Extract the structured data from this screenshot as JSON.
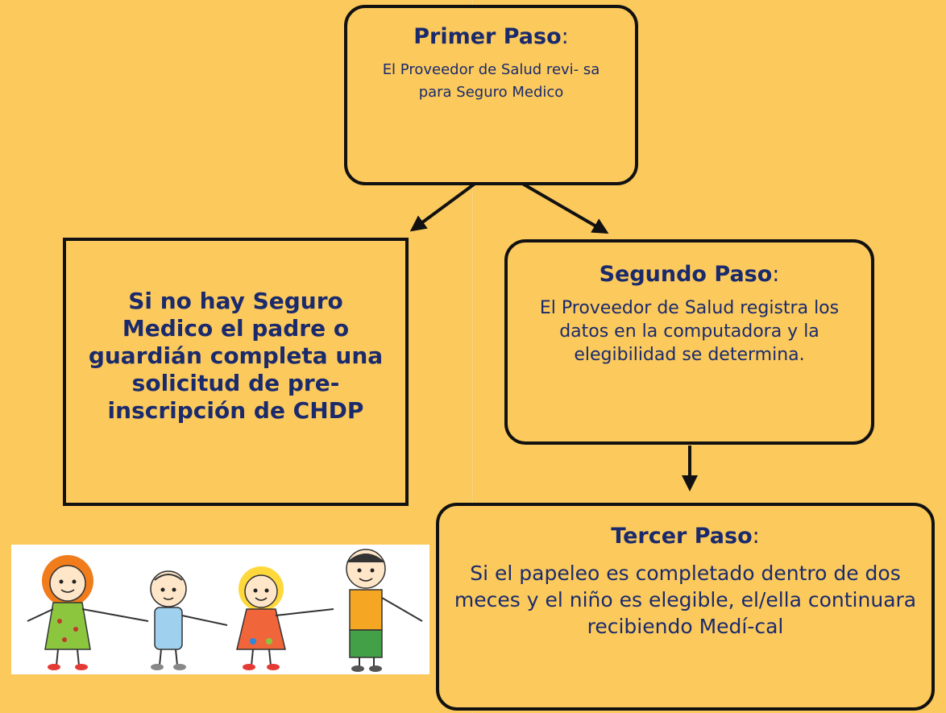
{
  "steps": {
    "primer": {
      "title": "Primer Paso",
      "colon": ":",
      "text": "El Proveedor de Salud revi- sa para Seguro Medico"
    },
    "seguro": {
      "text": "Si no hay Seguro Medico el padre o guardián completa una solicitud de pre-inscripción de CHDP"
    },
    "segundo": {
      "title": "Segundo Paso",
      "colon": ":",
      "text": "El Proveedor de Salud registra los datos en la computadora y la elegibilidad se determina."
    },
    "tercer": {
      "title": "Tercer Paso",
      "colon": ":",
      "text": "Si el papeleo es completado dentro de dos meces y el niño es elegible, el/ella continuara recibiendo Medí-cal"
    }
  },
  "colors": {
    "background": "#fbc95c",
    "text": "#1a2a6c",
    "border": "#111111"
  },
  "illustration": {
    "icon": "family-children-illustration"
  }
}
